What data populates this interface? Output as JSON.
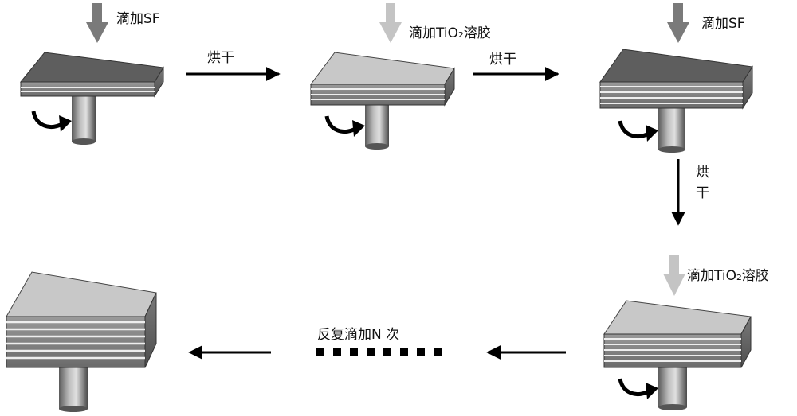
{
  "steps": [
    {
      "label": "滴加SF",
      "drop": "SF"
    },
    {
      "label": "滴加TiO₂溶胶",
      "drop": "TiO2"
    },
    {
      "label": "滴加SF",
      "drop": "SF"
    },
    {
      "label": "滴加TiO₂溶胶",
      "drop": "TiO2"
    }
  ],
  "transitions": {
    "dry_1": "烘干",
    "dry_2": "烘干",
    "dry_3_line1": "烘",
    "dry_3_line2": "干",
    "repeat": "反复滴加N 次"
  },
  "colors": {
    "sf_layer": "#6a6a6a",
    "tio2_layer": "#c8c8c8",
    "sf_drop_arrow": "#7a7a7a",
    "tio2_drop_arrow": "#c4c4c4",
    "flow_arrow": "#000000"
  }
}
